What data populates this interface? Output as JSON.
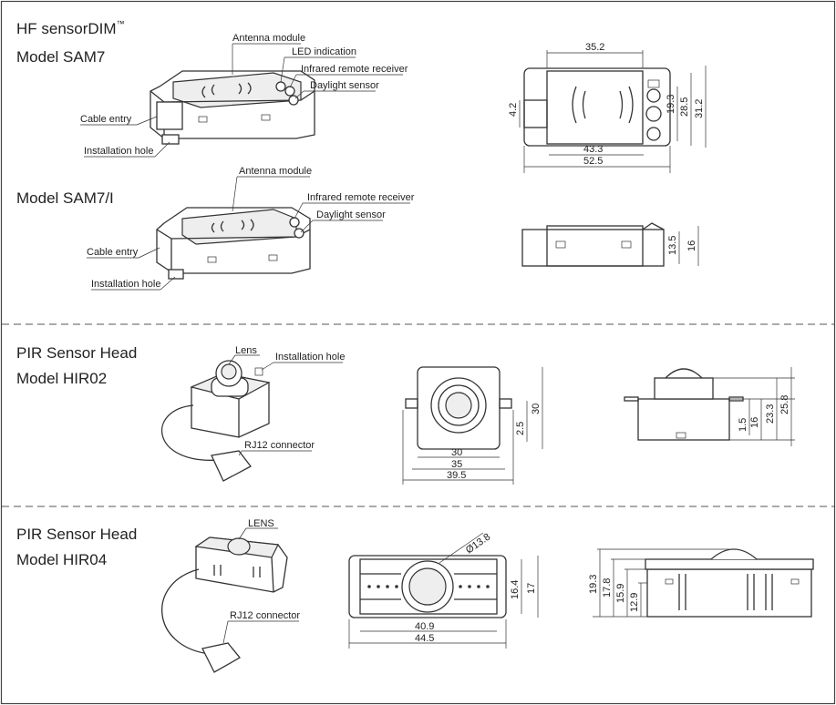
{
  "sections": [
    {
      "title_1": "HF sensorDIM",
      "tm": "™",
      "title_2": "Model SAM7",
      "labels": {
        "antenna": "Antenna module",
        "led": "LED indication",
        "ir": "Infrared remote receiver",
        "daylight": "Daylight sensor",
        "cable": "Cable entry",
        "hole": "Installation hole"
      },
      "dims": {
        "w_inner": "35.2",
        "h_side": "4.2",
        "h1": "19.3",
        "h2": "28.5",
        "h3": "31.2",
        "w_mid": "43.3",
        "w_full": "52.5"
      }
    },
    {
      "title": "Model SAM7/I",
      "labels": {
        "antenna": "Antenna module",
        "ir": "Infrared remote receiver",
        "daylight": "Daylight sensor",
        "cable": "Cable entry",
        "hole": "Installation hole"
      },
      "dims": {
        "h1": "13.5",
        "h2": "16"
      }
    },
    {
      "title_1": "PIR Sensor Head",
      "title_2": "Model HIR02",
      "labels": {
        "lens": "Lens",
        "hole": "Installation hole",
        "rj": "RJ12 connector"
      },
      "dims": {
        "w1": "30",
        "w2": "35",
        "w3": "39.5",
        "h_small": "2.5",
        "h_full": "30",
        "s1": "1.5",
        "s2": "16",
        "s3": "23.3",
        "s4": "25.8"
      }
    },
    {
      "title_1": "PIR Sensor Head",
      "title_2": "Model HIR04",
      "labels": {
        "lens": "LENS",
        "rj": "RJ12 connector"
      },
      "dims": {
        "dia": "Ø13.8",
        "h1": "16.4",
        "h2": "17",
        "w1": "40.9",
        "w2": "44.5",
        "s1": "19.3",
        "s2": "17.8",
        "s3": "15.9",
        "s4": "12.9"
      }
    }
  ]
}
